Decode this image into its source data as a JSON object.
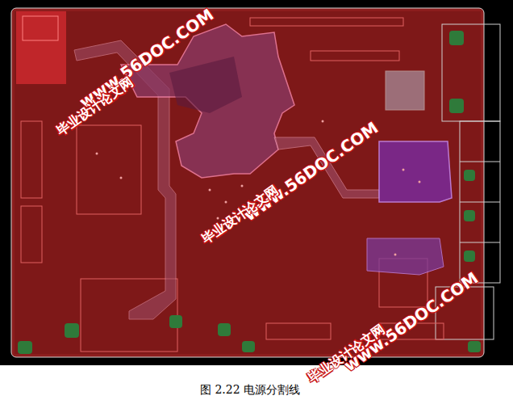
{
  "diagram": {
    "caption": "图 2.22 电源分割线",
    "labels": [
      "www.56DOC.COM",
      "毕业设计论文网",
      "www.56DOC.COM",
      "毕业设计论文网",
      "www.56DOC.COM",
      "毕业设计论文网"
    ]
  }
}
